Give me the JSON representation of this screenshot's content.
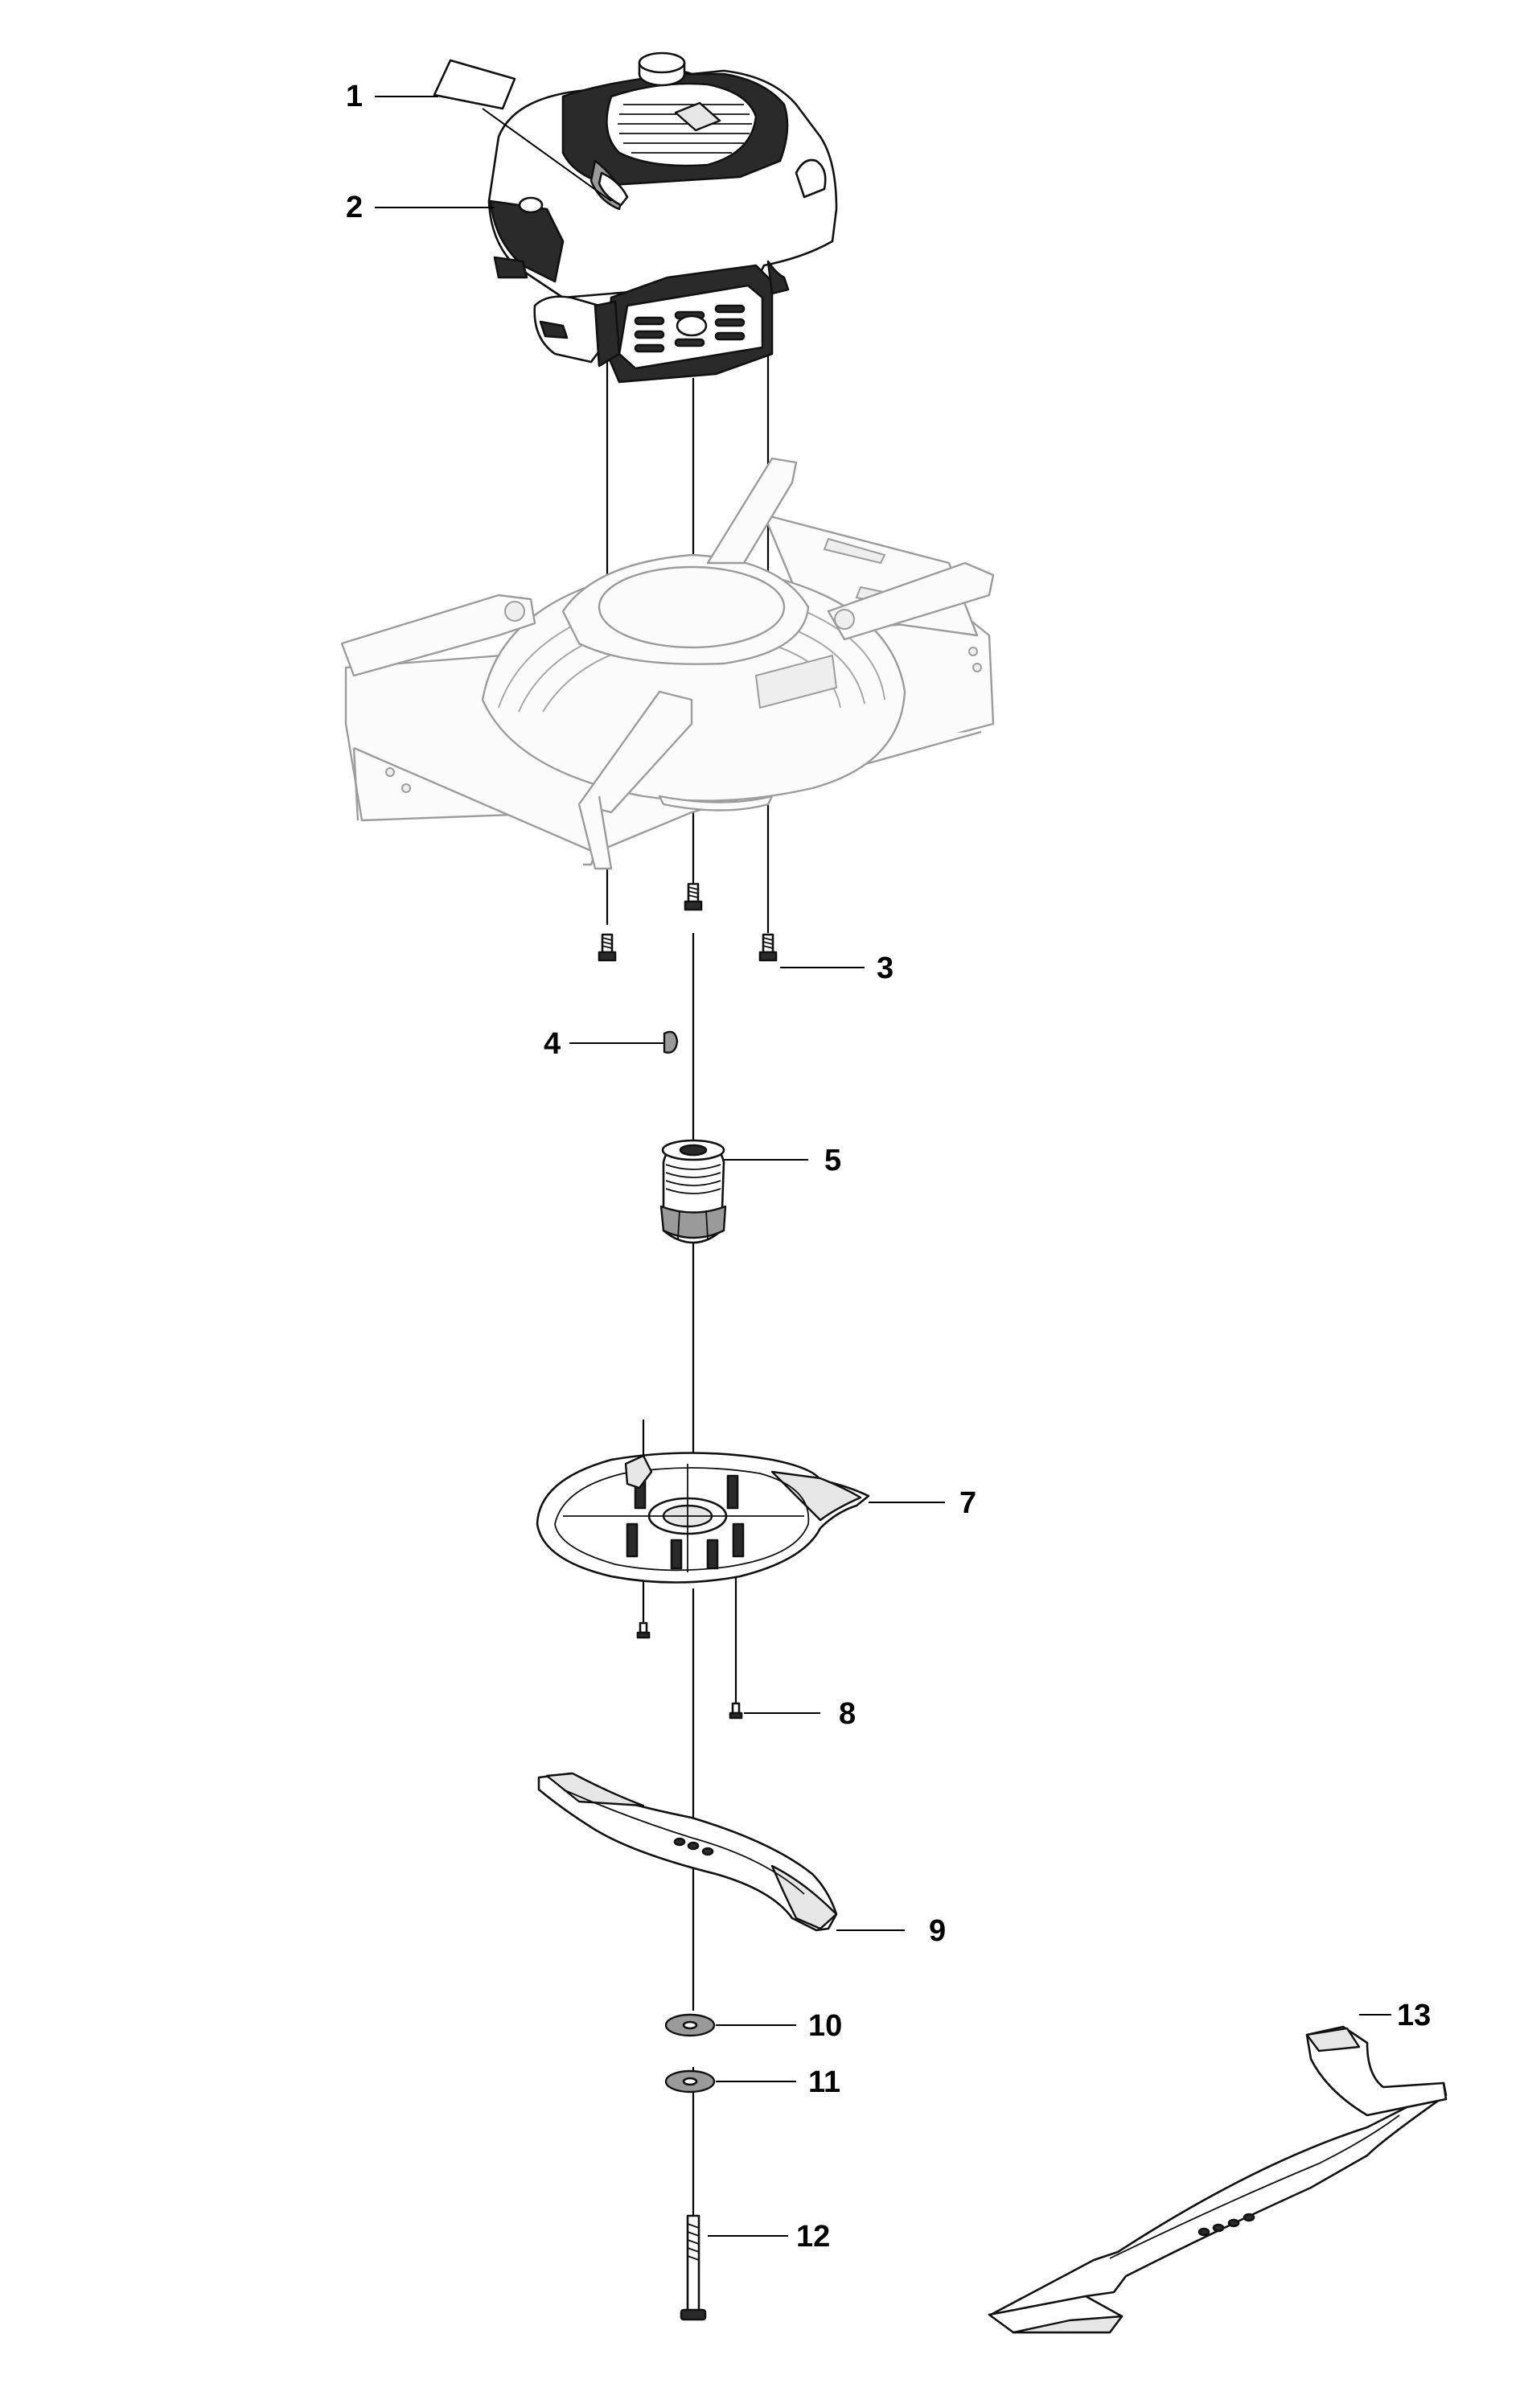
{
  "callouts": [
    "1",
    "2",
    "3",
    "4",
    "5",
    "7",
    "8",
    "9",
    "10",
    "11",
    "12",
    "13"
  ]
}
